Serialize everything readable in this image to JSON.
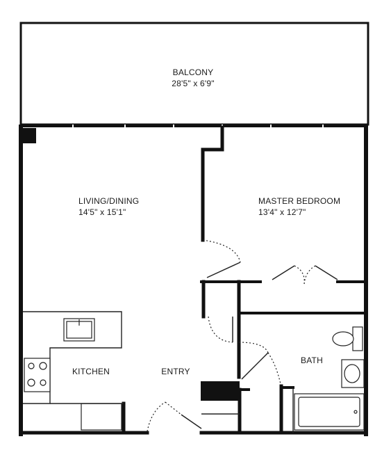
{
  "rooms": {
    "balcony": {
      "name": "BALCONY",
      "size": "28'5\" x 6'9\""
    },
    "living_dining": {
      "name": "LIVING/DINING",
      "size": "14'5\" x 15'1\""
    },
    "master_bedroom": {
      "name": "MASTER BEDROOM",
      "size": "13'4\" x 12'7\""
    },
    "kitchen": {
      "name": "KITCHEN"
    },
    "entry": {
      "name": "ENTRY"
    },
    "bath": {
      "name": "BATH"
    }
  }
}
